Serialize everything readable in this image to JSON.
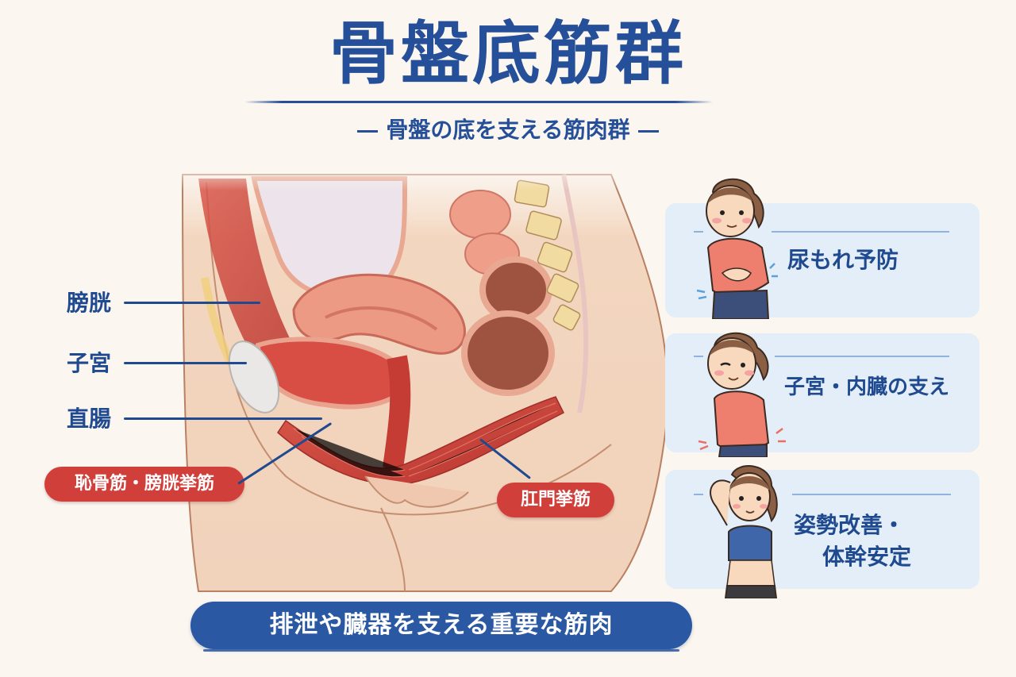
{
  "header": {
    "title": "骨盤底筋群",
    "subtitle": "骨盤の底を支える筋肉群"
  },
  "anatomy": {
    "labels": [
      {
        "id": "bladder",
        "text": "膀胱"
      },
      {
        "id": "uterus",
        "text": "子宮"
      },
      {
        "id": "rectum",
        "text": "直腸"
      }
    ],
    "badges": [
      {
        "id": "pubococcygeus",
        "text": "恥骨筋・膀胱挙筋"
      },
      {
        "id": "levator-ani",
        "text": "肛門挙筋"
      }
    ]
  },
  "benefits": [
    {
      "id": "incontinence",
      "text": "尿もれ予防",
      "icon": "woman-holding-belly-icon"
    },
    {
      "id": "organ-support",
      "text": "子宮・内臓の支え",
      "icon": "woman-winking-belly-icon"
    },
    {
      "id": "posture",
      "line1": "姿勢改善・",
      "line2": "体幹安定",
      "icon": "woman-posture-icon"
    }
  ],
  "footer": {
    "text": "排泄や臓器を支える重要な筋肉"
  },
  "colors": {
    "background": "#fbf6f0",
    "primary_blue": "#254f98",
    "badge_red": "#d13f3b",
    "panel_blue": "#e3eef8",
    "muscle_red": "#c9433b",
    "skin": "#f3d6bf"
  }
}
